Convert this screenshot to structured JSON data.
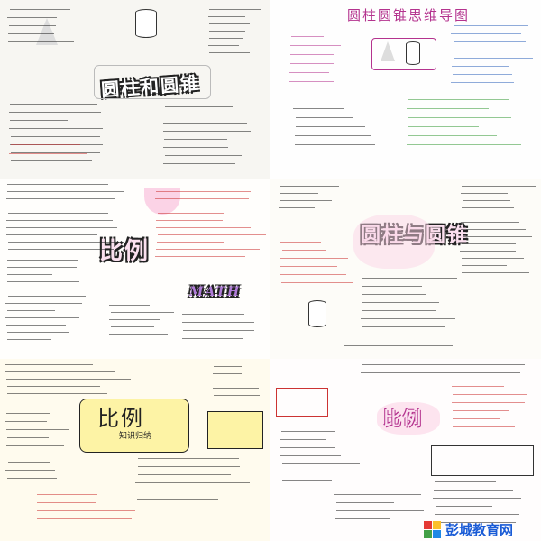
{
  "sheets": {
    "cylinder_cone_1": {
      "title": "圆柱和圆锥"
    },
    "cylinder_mindmap": {
      "title": "圆柱圆锥思维导图"
    },
    "ratio_1": {
      "title": "比例"
    },
    "cylinder_cone_2": {
      "title": "圆柱与圆锥"
    },
    "ratio_2": {
      "title": "比例",
      "subtitle": "知识归纳"
    },
    "ratio_3": {
      "title": "比例"
    }
  },
  "math_badge": "MATH",
  "watermark": {
    "text": "彭城教育网"
  },
  "colors": {
    "magenta": "#b4338e",
    "pink": "#fbd3e6",
    "yellow": "#fdf3a5",
    "blue": "#1a5bd6"
  }
}
